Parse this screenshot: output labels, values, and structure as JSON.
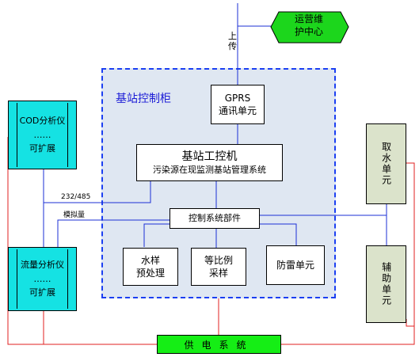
{
  "ops_center": {
    "line1": "运营维",
    "line2": "护中心",
    "color": "#1cd61c"
  },
  "upload_label": {
    "c1": "上",
    "c2": "传"
  },
  "cabinet_title": "基站控制柜",
  "gprs": {
    "line1": "GPRS",
    "line2": "通讯单元"
  },
  "ipc": {
    "line1": "基站工控机",
    "line2": "污染源在现监测基站管理系统"
  },
  "control_system": "控制系统部件",
  "pretreatment": {
    "line1": "水样",
    "line2": "预处理"
  },
  "sampling": {
    "line1": "等比例",
    "line2": "采样"
  },
  "lightning": "防雷单元",
  "cod_analyzer": {
    "line1": "COD分析仪",
    "line2": "……",
    "line3": "可扩展"
  },
  "flow_analyzer": {
    "line1": "流量分析仪",
    "line2": "……",
    "line3": "可扩展"
  },
  "water_intake": "取水单元",
  "auxiliary": "辅助单元",
  "power_system": "供电系统",
  "link_labels": {
    "serial": "232/485",
    "analog": "模拟量"
  },
  "colors": {
    "signal_line": "#1b2fd6",
    "power_line": "#e02020",
    "cabinet_border": "#1b3ff2"
  }
}
